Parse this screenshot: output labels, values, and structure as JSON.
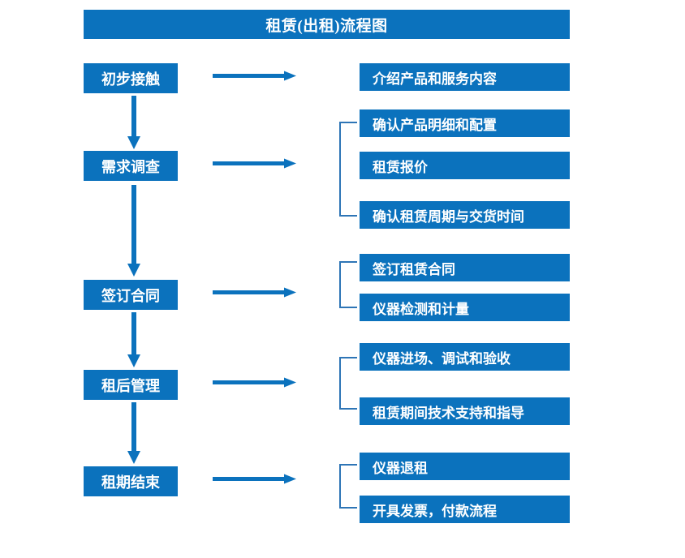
{
  "diagram": {
    "title": "租赁(出租)流程图",
    "colors": {
      "box_fill": "#0b72bd",
      "box_text": "#ffffff",
      "arrow": "#0b72bd",
      "bracket": "#2e75b6",
      "background": "#ffffff"
    },
    "stages": [
      {
        "id": "stage-1",
        "label": "初步接触"
      },
      {
        "id": "stage-2",
        "label": "需求调查"
      },
      {
        "id": "stage-3",
        "label": "签订合同"
      },
      {
        "id": "stage-4",
        "label": "租后管理"
      },
      {
        "id": "stage-5",
        "label": "租期结束"
      }
    ],
    "details": [
      {
        "id": "detail-1",
        "label": "介绍产品和服务内容"
      },
      {
        "id": "detail-2",
        "label": "确认产品明细和配置"
      },
      {
        "id": "detail-3",
        "label": "租赁报价"
      },
      {
        "id": "detail-4",
        "label": "确认租赁周期与交货时间"
      },
      {
        "id": "detail-5",
        "label": "签订租赁合同"
      },
      {
        "id": "detail-6",
        "label": "仪器检测和计量"
      },
      {
        "id": "detail-7",
        "label": "仪器进场、调试和验收"
      },
      {
        "id": "detail-8",
        "label": "租赁期间技术支持和指导"
      },
      {
        "id": "detail-9",
        "label": "仪器退租"
      },
      {
        "id": "detail-10",
        "label": "开具发票，付款流程"
      }
    ],
    "connectors": {
      "horizontal_arrow_count": 5,
      "vertical_arrow_count": 4,
      "bracket_count": 4
    }
  }
}
